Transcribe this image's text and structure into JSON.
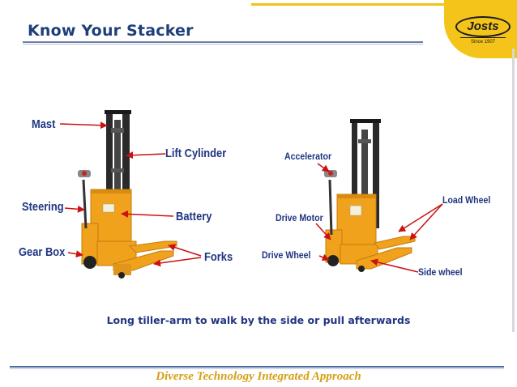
{
  "slide": {
    "title": "Know Your Stacker",
    "logo": {
      "name": "Josts",
      "since": "Since 1907"
    },
    "caption": "Long tiller-arm to walk by the side or pull afterwards",
    "footer": "Diverse Technology Integrated Approach"
  },
  "left_diagram": {
    "labels": {
      "mast": "Mast",
      "lift_cylinder": "Lift Cylinder",
      "steering": "Steering",
      "battery": "Battery",
      "gear_box": "Gear Box",
      "forks": "Forks"
    }
  },
  "right_diagram": {
    "labels": {
      "accelerator": "Accelerator",
      "load_wheel": "Load Wheel",
      "drive_motor": "Drive Motor",
      "drive_wheel": "Drive Wheel",
      "side_wheel": "Side wheel"
    }
  },
  "colors": {
    "title": "#1f3f7a",
    "labels": "#1f3580",
    "arrows": "#cc1111",
    "machine": "#f0a21c",
    "footer": "#d4a017",
    "logo": "#f5c41a"
  }
}
